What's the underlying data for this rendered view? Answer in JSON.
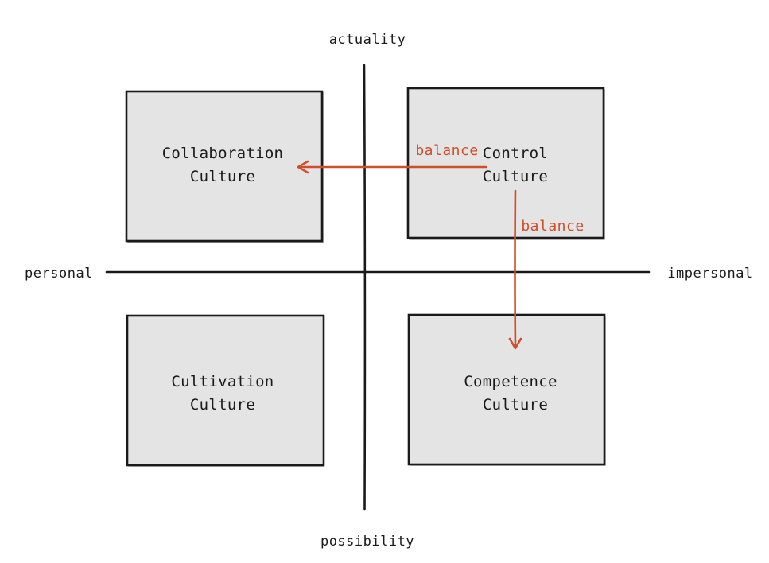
{
  "axes": {
    "top": "actuality",
    "bottom": "possibility",
    "left": "personal",
    "right": "impersonal"
  },
  "quadrants": {
    "top_left": {
      "line1": "Collaboration",
      "line2": "Culture"
    },
    "top_right": {
      "line1": "Control",
      "line2": "Culture"
    },
    "bottom_left": {
      "line1": "Cultivation",
      "line2": "Culture"
    },
    "bottom_right": {
      "line1": "Competence",
      "line2": "Culture"
    }
  },
  "arrows": {
    "to_collaboration": {
      "label": "balance"
    },
    "to_competence": {
      "label": "balance"
    }
  },
  "colors": {
    "ink": "#1a1a1a",
    "box_fill": "#e4e4e4",
    "accent": "#cf4f2d",
    "background": "#ffffff"
  }
}
